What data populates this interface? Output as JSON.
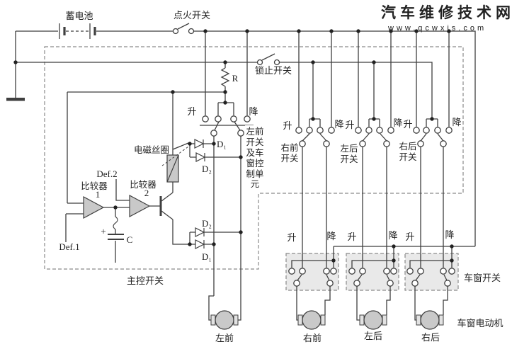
{
  "watermark": {
    "line1": "汽车维修技术网",
    "line2": "www.qcwxjs.com"
  },
  "power": {
    "battery": "蓄电池",
    "ignition_switch": "点火开关"
  },
  "labels": {
    "up": "升",
    "down": "降"
  },
  "control_unit": {
    "lock_switch": "锁止开关",
    "resistor": "R",
    "solenoid": "电磁丝圈",
    "comparator1_name": "比较器",
    "comparator1_num": "1",
    "comparator2_name": "比较器",
    "comparator2_num": "2",
    "def1": "Def.1",
    "def2": "Def.2",
    "cap_plus": "+",
    "capacitor": "C",
    "diode1": "D₁",
    "diode2": "D₂",
    "master_switch": "主控开关",
    "unit_label_lines": [
      "左前",
      "开关",
      "及车",
      "窗控",
      "制单",
      "元"
    ]
  },
  "remote_switches": {
    "right_front_lines": [
      "右前",
      "开关"
    ],
    "left_rear_lines": [
      "左后",
      "开关"
    ],
    "right_rear_lines": [
      "右后",
      "开关"
    ]
  },
  "window_switches": {
    "label": "车窗开关"
  },
  "motors": {
    "group_label": "车窗电动机",
    "left_front": "左前",
    "right_front": "右前",
    "left_rear": "左后",
    "right_rear": "右后"
  },
  "colors": {
    "wire": "#3f3f3f",
    "component_fill": "#c9c9c9",
    "box_fill": "#e9e9e9",
    "dash_border": "#8a8a8a",
    "watermark": "#d8c6c6",
    "background": "#ffffff"
  }
}
